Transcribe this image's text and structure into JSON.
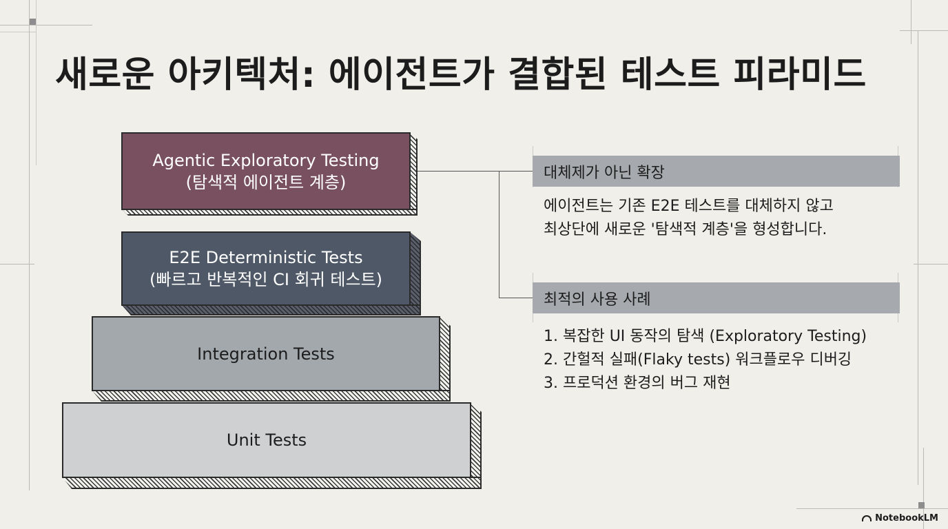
{
  "title": "새로운 아키텍처: 에이전트가 결합된 테스트 피라미드",
  "pyramid": {
    "layers": [
      {
        "line1": "Agentic Exploratory Testing",
        "line2": "(탐색적 에이전트 계층)",
        "color": "#79505f"
      },
      {
        "line1": "E2E Deterministic Tests",
        "line2": "(빠르고 반복적인 CI 회귀 테스트)",
        "color": "#4e5866"
      },
      {
        "line1": "Integration Tests",
        "line2": "",
        "color": "#a3a8ad"
      },
      {
        "line1": "Unit Tests",
        "line2": "",
        "color": "#cfd0d2"
      }
    ]
  },
  "sections": [
    {
      "heading": "대체제가 아닌 확장",
      "lines": [
        "에이전트는 기존 E2E 테스트를 대체하지 않고",
        "최상단에 새로운 '탐색적 계층'을 형성합니다."
      ]
    },
    {
      "heading": "최적의 사용 사례",
      "lines": [
        "1. 복잡한 UI 동작의 탐색 (Exploratory Testing)",
        "2. 간헐적 실패(Flaky tests) 워크플로우 디버깅",
        "3. 프로덕션 환경의 버그 재현"
      ]
    }
  ],
  "logo": {
    "text": "NotebookLM",
    "icon": "notebooklm-logo-icon"
  }
}
